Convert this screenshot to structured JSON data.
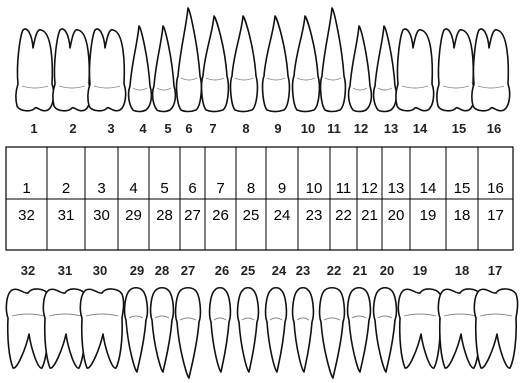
{
  "upper_arch": {
    "numbers": [
      "1",
      "2",
      "3",
      "4",
      "5",
      "6",
      "7",
      "8",
      "9",
      "10",
      "11",
      "12",
      "13",
      "14",
      "15",
      "16"
    ]
  },
  "lower_arch": {
    "numbers": [
      "32",
      "31",
      "30",
      "29",
      "28",
      "27",
      "26",
      "25",
      "24",
      "23",
      "22",
      "21",
      "20",
      "19",
      "18",
      "17"
    ]
  },
  "grid": {
    "top_row": [
      "1",
      "2",
      "3",
      "4",
      "5",
      "6",
      "7",
      "8",
      "9",
      "10",
      "11",
      "12",
      "13",
      "14",
      "15",
      "16"
    ],
    "bottom_row": [
      "32",
      "31",
      "30",
      "29",
      "28",
      "27",
      "26",
      "25",
      "24",
      "23",
      "22",
      "21",
      "20",
      "19",
      "18",
      "17"
    ]
  },
  "tooth_types": {
    "upper": [
      "molar",
      "molar",
      "molar",
      "premolar",
      "premolar",
      "canine",
      "incisor",
      "incisor",
      "incisor",
      "incisor",
      "canine",
      "premolar",
      "premolar",
      "molar",
      "molar",
      "molar"
    ],
    "lower": [
      "molar",
      "molar",
      "molar",
      "premolar",
      "premolar",
      "canine",
      "incisor",
      "incisor",
      "incisor",
      "incisor",
      "canine",
      "premolar",
      "premolar",
      "molar",
      "molar",
      "molar"
    ]
  },
  "colors": {
    "outline": "#111111",
    "background": "#ffffff",
    "text": "#000000"
  }
}
